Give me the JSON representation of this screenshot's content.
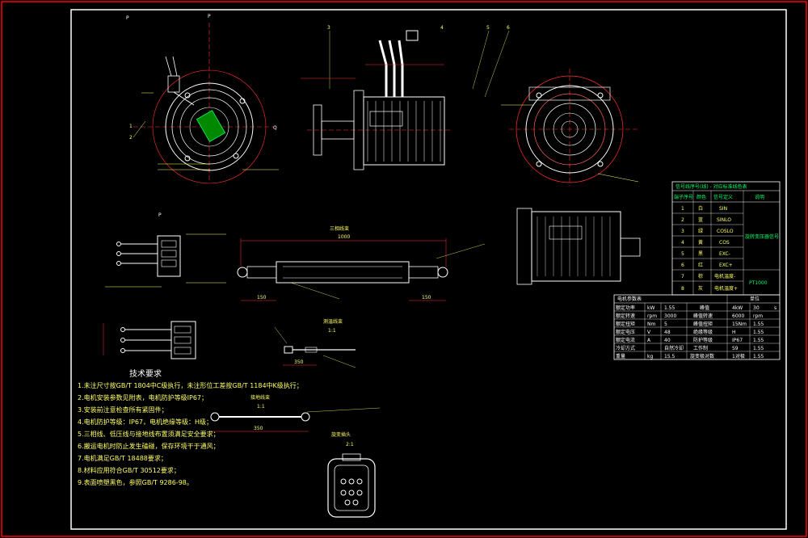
{
  "drawing": {
    "colors": {
      "background": "#000000",
      "frame": "#ffffff",
      "outer_frame": "#ff0000",
      "dimension": "#ff3030",
      "leader_text": "#ffff66",
      "table_text": "#00ff66",
      "part_lines": "#ffffff"
    }
  },
  "views": {
    "left_view_mark": "P",
    "top_view_mark": "P",
    "section_mark": "Q",
    "connector_view_mark": "P",
    "cable_view_title": "三相线束",
    "cable_view_dim_left": "150",
    "cable_view_dim_right": "150",
    "cable_view_total": "1000",
    "sensor_cable_title": "测温线束",
    "sensor_cable_scale": "1:1",
    "sensor_cable_dim": "350",
    "ground_cable_title": "接地线束",
    "ground_cable_scale": "1:1",
    "ground_cable_dim": "350",
    "connector_title": "旋变插头",
    "connector_scale": "2:1",
    "leader_tags": [
      "1",
      "2",
      "3",
      "4",
      "5",
      "6"
    ]
  },
  "tech_requirements": {
    "title": "技术要求",
    "items": [
      "1.未注尺寸按GB/T 1804中C级执行，未注形位工差按GB/T 1184中K级执行；",
      "2.电机安装参数见附表，电机防护等级IP67；",
      "3.安装前注意检查所有紧固件；",
      "4.电机防护等级：IP67，电机绝缘等级：H级；",
      "5.三相线、低压线与接地线布置须满足安全要求；",
      "6.搬运电机时防止发生磕碰，保存环境干于通风；",
      "7.电机满足GB/T 18488要求；",
      "8.材料应用符合GB/T 30512要求；",
      "9.表面喷塑黑色，参照GB/T 9286-98。"
    ]
  },
  "pin_table": {
    "header": [
      "端子序号",
      "颜色",
      "信号定义",
      "说明"
    ],
    "title": "信号线序号(线) - 对应标准线色表",
    "rows": [
      [
        "1",
        "白",
        "SIN",
        ""
      ],
      [
        "2",
        "蓝",
        "SINLO",
        ""
      ],
      [
        "3",
        "绿",
        "COSLO",
        "旋转变压器信号"
      ],
      [
        "4",
        "黄",
        "COS",
        ""
      ],
      [
        "5",
        "黑",
        "EXC-",
        ""
      ],
      [
        "6",
        "红",
        "EXC+",
        ""
      ],
      [
        "7",
        "棕",
        "电机温度-",
        "PT1000"
      ],
      [
        "8",
        "灰",
        "电机温度+",
        ""
      ]
    ]
  },
  "param_table": {
    "title": "电机参数表",
    "unit_header": "单位",
    "rows": [
      [
        "额定功率",
        "kW",
        "1.55",
        "峰值",
        "4kW",
        "30",
        "s"
      ],
      [
        "额定转速",
        "rpm",
        "3000",
        "峰值转速",
        "6000",
        "rpm",
        ""
      ],
      [
        "额定扭矩",
        "Nm",
        "5",
        "峰值扭矩",
        "15Nm",
        "1.55",
        ""
      ],
      [
        "额定电压",
        "V",
        "48",
        "绝缘等级",
        "H",
        "1.55",
        ""
      ],
      [
        "额定电流",
        "A",
        "40",
        "防护等级",
        "IP67",
        "1.55",
        ""
      ],
      [
        "冷却方式",
        "",
        "自然冷却",
        "工作制",
        "S9",
        "1.55",
        ""
      ],
      [
        "重量",
        "kg",
        "15.5",
        "旋变极对数",
        "1对极",
        "1.55",
        ""
      ]
    ]
  }
}
